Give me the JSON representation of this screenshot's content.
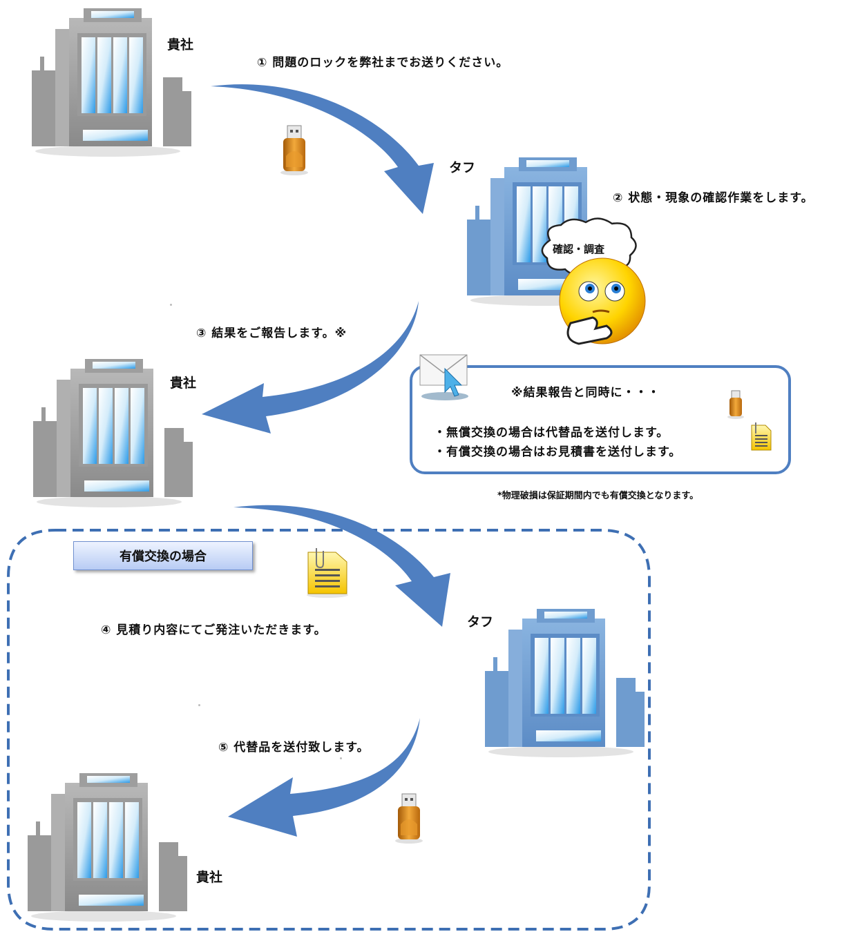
{
  "companies": {
    "client_1": "貴社",
    "tough_1": "タフ",
    "client_2": "貴社",
    "tough_2": "タフ",
    "client_3": "貴社"
  },
  "steps": {
    "step1": "① 問題のロックを弊社までお送りください。",
    "step2": "② 状態・現象の確認作業をします。",
    "step3": "③ 結果をご報告します。※",
    "step4": "④ 見積り内容にてご発注いただきます。",
    "step5": "⑤ 代替品を送付致します。"
  },
  "thought_bubble": "確認・調査",
  "report_box": {
    "heading": "※結果報告と同時に・・・",
    "line1": "・無償交換の場合は代替品を送付します。",
    "line2": "・有償交換の場合はお見積書を送付します。"
  },
  "footnote": "*物理破損は保証期間内でも有償交換となります。",
  "paid_case_label": "有償交換の場合",
  "colors": {
    "arrow": "#4f7fc1",
    "dashed_border": "#3e6fb3",
    "gray_building": "#8c8c8c",
    "blue_building": "#6f9ccf",
    "usb": "#d98a1f"
  },
  "icons": [
    "building-icon",
    "usb-drive-icon",
    "document-icon",
    "mail-icon",
    "thinking-face-icon"
  ]
}
